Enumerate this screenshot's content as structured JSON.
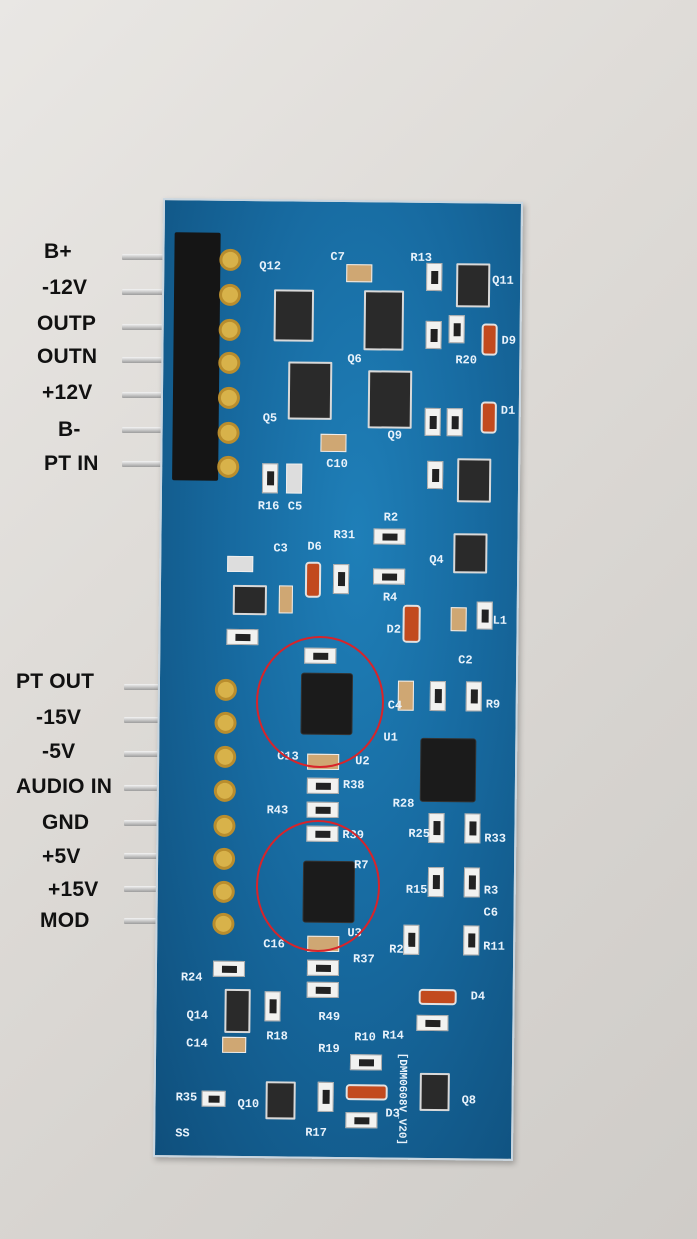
{
  "top_header_labels": [
    "B+",
    "-12V",
    "OUTP",
    "OUTN",
    "+12V",
    "B-",
    "PT IN"
  ],
  "bottom_header_labels": [
    "PT OUT",
    "-15V",
    "-5V",
    "AUDIO IN",
    "GND",
    "+5V",
    "+15V",
    "MOD"
  ],
  "silkscreen": {
    "c7": "C7",
    "r13": "R13",
    "q11": "Q11",
    "q12": "Q12",
    "d9": "D9",
    "r20": "R20",
    "q6": "Q6",
    "q5": "Q5",
    "d1": "D1",
    "q9": "Q9",
    "c10": "C10",
    "r16": "R16",
    "c5": "C5",
    "r2": "R2",
    "r31": "R31",
    "d6": "D6",
    "c3": "C3",
    "q4": "Q4",
    "r4": "R4",
    "l1": "L1",
    "d2": "D2",
    "c2": "C2",
    "r9": "R9",
    "c4": "C4",
    "u1": "U1",
    "c13": "C13",
    "u2": "U2",
    "r38": "R38",
    "r43": "R43",
    "r28": "R28",
    "r25": "R25",
    "r33": "R33",
    "r39": "R39",
    "r7": "R7",
    "r15": "R15",
    "r3": "R3",
    "c6": "C6",
    "r11": "R11",
    "c16": "C16",
    "u3": "U3",
    "r37": "R37",
    "r21": "R21",
    "d4": "D4",
    "r24": "R24",
    "q14": "Q14",
    "c14": "C14",
    "r18": "R18",
    "r49": "R49",
    "r19": "R19",
    "r10": "R10",
    "r14": "R14",
    "r35": "R35",
    "q10": "Q10",
    "r17": "R17",
    "d3": "D3",
    "q8": "Q8",
    "ss": "SS",
    "board_id": "[DMM0608V_V20]"
  }
}
